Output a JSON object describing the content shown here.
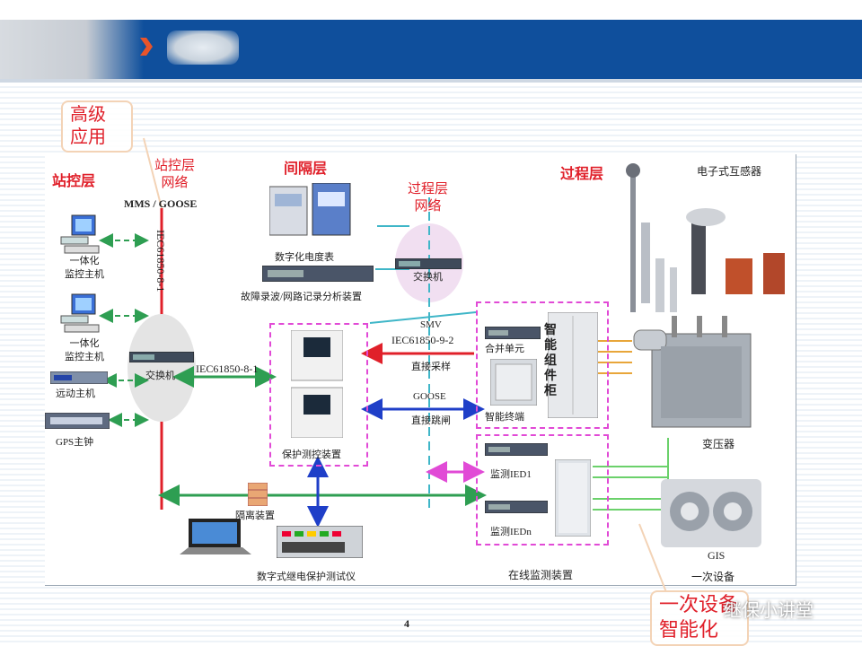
{
  "header": {
    "chevron_color": "#e8542a",
    "band_color": "#0f4f9c"
  },
  "callouts": {
    "advanced_app": "高级\n应用",
    "primary_equipment": "一次设备\n智能化"
  },
  "layers": {
    "station": "站控层",
    "bay": "间隔层",
    "process": "过程层",
    "station_network": "站控层\n网络",
    "process_network": "过程层\n网络"
  },
  "protocols": {
    "mms_goose": "MMS / GOOSE",
    "iec_8_1_vertical": "IEC61850-8-1",
    "iec_8_1": "IEC61850-8-1",
    "smv": "SMV",
    "iec_9_2": "IEC61850-9-2",
    "direct_sampling": "直接采样",
    "goose": "GOOSE",
    "direct_trip": "直接跳闸"
  },
  "station_devices": {
    "host1": "一体化\n监控主机",
    "host2": "一体化\n监控主机",
    "remote": "远动主机",
    "gps": "GPS主钟",
    "switch": "交换机"
  },
  "bay_devices": {
    "meter": "数字化电度表",
    "recorder": "故障录波/网路记录分析装置",
    "protection": "保护测控装置",
    "isolation": "隔离装置",
    "tester": "数字式继电保护测试仪",
    "process_switch": "交换机"
  },
  "process_devices": {
    "merging_unit": "合并单元",
    "smart_terminal": "智能终端",
    "smart_cabinet": "智\n能\n组\n件\n柜",
    "monitor_ied1": "监测IED1",
    "monitor_iedn": "监测IEDn",
    "online_monitor": "在线监测装置",
    "ect": "电子式互感器",
    "transformer": "变压器",
    "gis": "GIS",
    "primary": "一次设备"
  },
  "footer": {
    "page_number": "4",
    "watermark": "继保小讲堂"
  },
  "colors": {
    "red_bus": "#e0202a",
    "green_link": "#2e9e52",
    "blue_link": "#1f3fc8",
    "magenta_box": "#e14ad6",
    "cyan_dash": "#3fb6c8",
    "callout_text": "#e0202a",
    "callout_border": "#f3d3b6"
  }
}
